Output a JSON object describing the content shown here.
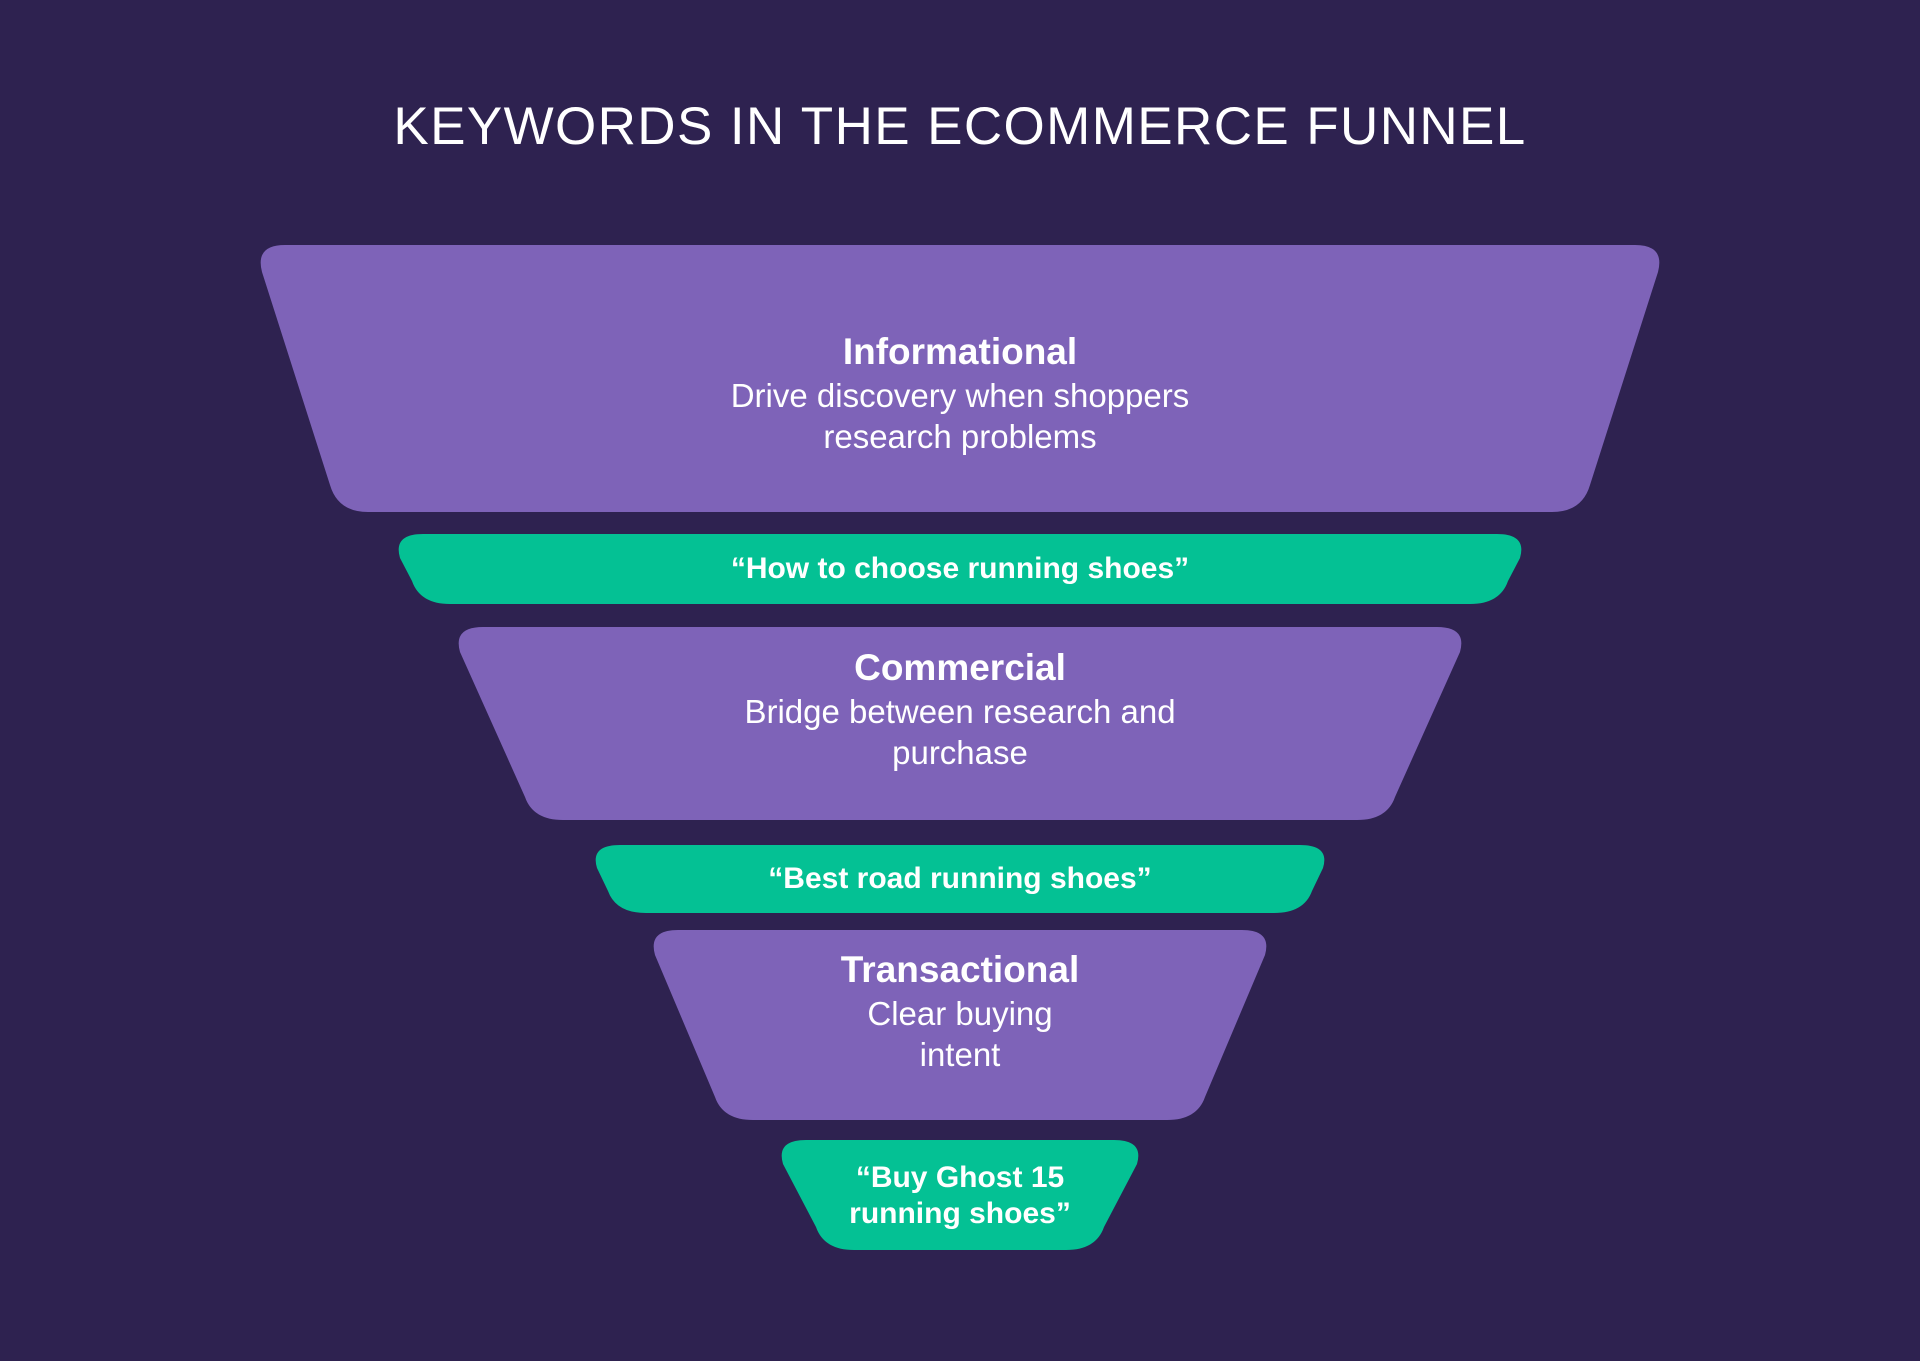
{
  "title": "KEYWORDS IN THE ECOMMERCE FUNNEL",
  "colors": {
    "background": "#2E2250",
    "stage": "#7E63B8",
    "keyword": "#04C194",
    "text": "#FFFFFF"
  },
  "chart_data": {
    "type": "funnel",
    "title": "KEYWORDS IN THE ECOMMERCE FUNNEL",
    "stages": [
      {
        "name": "Informational",
        "description": "Drive discovery when shoppers research problems",
        "keyword_example": "“How to choose running shoes”",
        "width_top": 1390,
        "width_bottom": 1110
      },
      {
        "name": "Commercial",
        "description": "Bridge between research and purchase",
        "keyword_example": "“Best road running shoes”",
        "width_top": 1005,
        "width_bottom": 730
      },
      {
        "name": "Transactional",
        "description": "Clear buying intent",
        "keyword_example": "“Buy Ghost 15 running shoes”",
        "width_top": 625,
        "width_bottom": 355
      }
    ]
  },
  "funnel": {
    "stage_1": {
      "name": "Informational",
      "desc_line_1": "Drive discovery when shoppers",
      "desc_line_2": "research problems"
    },
    "keyword_1": {
      "label": "“How to choose running shoes”"
    },
    "stage_2": {
      "name": "Commercial",
      "desc_line_1": "Bridge between research and",
      "desc_line_2": "purchase"
    },
    "keyword_2": {
      "label": "“Best road running shoes”"
    },
    "stage_3": {
      "name": "Transactional",
      "desc_line_1": "Clear buying",
      "desc_line_2": "intent"
    },
    "keyword_3": {
      "label_line_1": "“Buy Ghost 15",
      "label_line_2": "running shoes”"
    }
  }
}
